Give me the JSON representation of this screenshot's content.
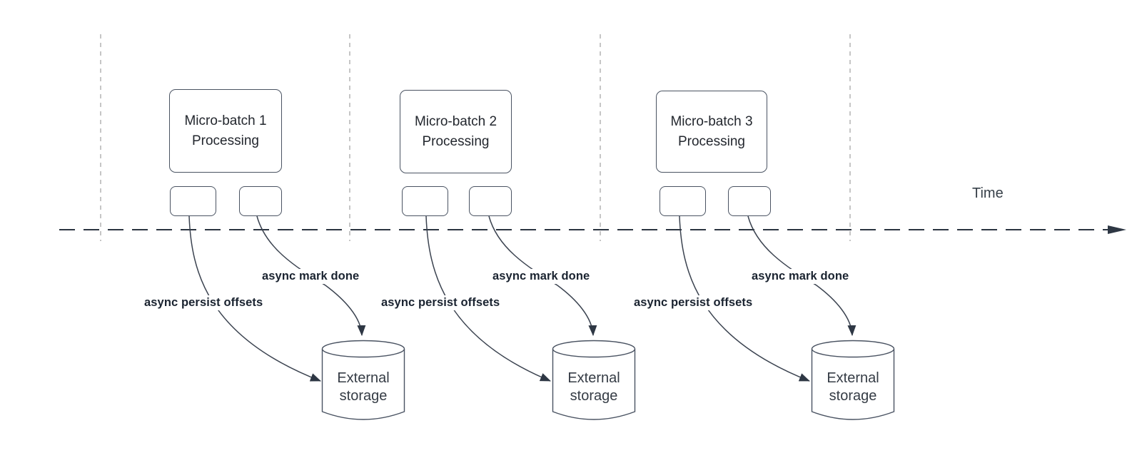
{
  "diagram": {
    "title_hint": "micro-batch async checkpointing timeline",
    "time_axis": {
      "label": "Time"
    },
    "sections": [
      {
        "processing_line1": "Micro-batch 1",
        "processing_line2": "Processing",
        "persist_offsets_label": "async persist offsets",
        "mark_done_label": "async mark done",
        "storage_line1": "External",
        "storage_line2": "storage"
      },
      {
        "processing_line1": "Micro-batch 2",
        "processing_line2": "Processing",
        "persist_offsets_label": "async persist offsets",
        "mark_done_label": "async mark done",
        "storage_line1": "External",
        "storage_line2": "storage"
      },
      {
        "processing_line1": "Micro-batch 3",
        "processing_line2": "Processing",
        "persist_offsets_label": "async persist offsets",
        "mark_done_label": "async mark done",
        "storage_line1": "External",
        "storage_line2": "storage"
      }
    ],
    "colors": {
      "shape_stroke": "#4a5362",
      "connector_stroke": "#3b4350",
      "axis_stroke": "#2b3440",
      "gridline_stroke": "#b3b3b3",
      "label_text": "#1a2330",
      "node_text": "#23272e"
    }
  }
}
